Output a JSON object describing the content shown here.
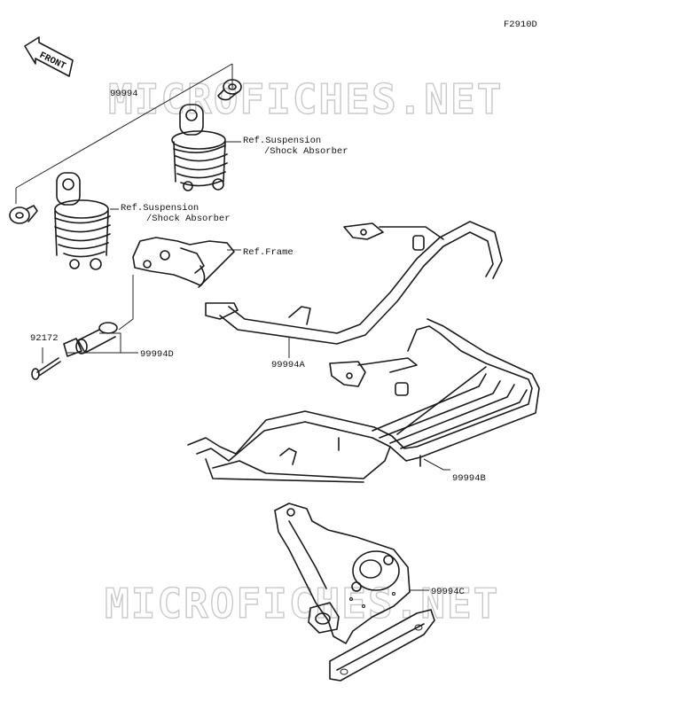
{
  "figure_code": "F2910D",
  "front_arrow_text": "FRONT",
  "watermark": "MICROFICHES.NET",
  "labels": {
    "p99994": "99994",
    "shock_ref_upper_1": "Ref.Suspension",
    "shock_ref_upper_2": "/Shock Absorber",
    "shock_ref_lower_1": "Ref.Suspension",
    "shock_ref_lower_2": "/Shock Absorber",
    "frame_ref": "Ref.Frame",
    "p92172": "92172",
    "p99994D": "99994D",
    "p99994A": "99994A",
    "p99994B": "99994B",
    "p99994C": "99994C"
  }
}
